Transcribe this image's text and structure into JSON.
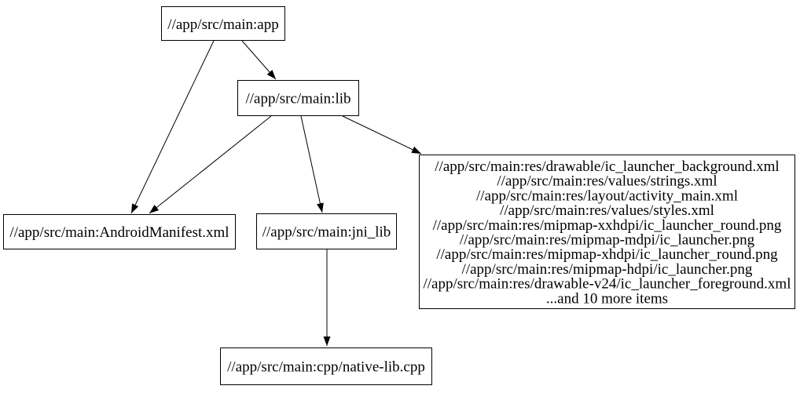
{
  "diagram_type": "dependency-graph",
  "colors": {
    "background": "#ffffff",
    "node_fill": "#ffffff",
    "node_border": "#000000",
    "edge": "#000000",
    "text": "#000000"
  },
  "nodes": {
    "app": {
      "label": "//app/src/main:app"
    },
    "lib": {
      "label": "//app/src/main:lib"
    },
    "android_manifest": {
      "label": "//app/src/main:AndroidManifest.xml"
    },
    "jni_lib": {
      "label": "//app/src/main:jni_lib"
    },
    "res_group": {
      "lines": [
        "//app/src/main:res/drawable/ic_launcher_background.xml",
        "//app/src/main:res/values/strings.xml",
        "//app/src/main:res/layout/activity_main.xml",
        "//app/src/main:res/values/styles.xml",
        "//app/src/main:res/mipmap-xxhdpi/ic_launcher_round.png",
        "//app/src/main:res/mipmap-mdpi/ic_launcher.png",
        "//app/src/main:res/mipmap-xhdpi/ic_launcher_round.png",
        "//app/src/main:res/mipmap-hdpi/ic_launcher.png",
        "//app/src/main:res/drawable-v24/ic_launcher_foreground.xml",
        "...and 10 more items"
      ]
    },
    "native_lib_cpp": {
      "label": "//app/src/main:cpp/native-lib.cpp"
    }
  },
  "edges": [
    {
      "from": "app",
      "to": "lib"
    },
    {
      "from": "app",
      "to": "android_manifest"
    },
    {
      "from": "lib",
      "to": "android_manifest"
    },
    {
      "from": "lib",
      "to": "jni_lib"
    },
    {
      "from": "lib",
      "to": "res_group"
    },
    {
      "from": "jni_lib",
      "to": "native_lib_cpp"
    }
  ]
}
